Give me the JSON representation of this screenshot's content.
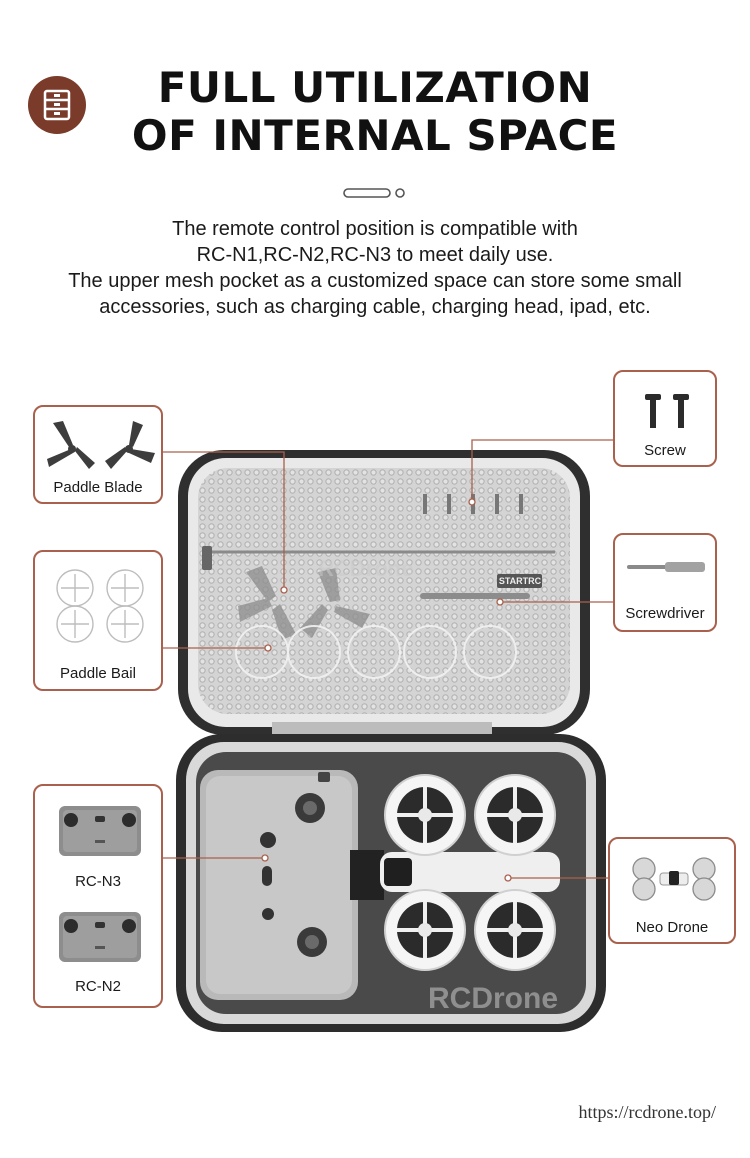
{
  "header": {
    "title_line1": "FULL UTILIZATION",
    "title_line2": "OF INTERNAL SPACE",
    "icon": "storage-drawer-icon",
    "description": [
      "The remote control position is compatible with",
      "RC-N1,RC-N2,RC-N3 to meet daily use.",
      "The upper mesh pocket as a customized space can store some small",
      "accessories, such as charging cable, charging head, ipad, etc."
    ]
  },
  "callouts": {
    "paddle_blade": "Paddle Blade",
    "paddle_bail": "Paddle Bail",
    "rc_n3": "RC-N3",
    "rc_n2": "RC-N2",
    "screw": "Screw",
    "screwdriver": "Screwdriver",
    "neo_drone": "Neo Drone"
  },
  "case": {
    "tag_label": "STARTRC"
  },
  "watermarks": {
    "top": "RCDrone",
    "bottom": "RCDrone"
  },
  "footer": {
    "url": "https://rcdrone.top/"
  },
  "colors": {
    "accent": "#a9604c",
    "badge": "#7a3b2b",
    "case_shell": "#2e2e2e",
    "case_lining": "#cfcfcf"
  }
}
